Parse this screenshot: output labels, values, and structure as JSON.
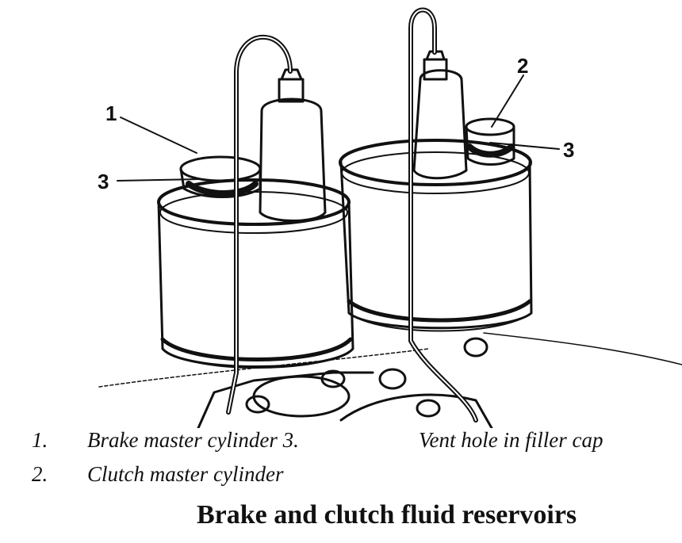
{
  "callouts": {
    "brake_reservoir": "1",
    "clutch_reservoir": "2",
    "vent_left": "3",
    "vent_right": "3"
  },
  "legend": [
    {
      "number": "1.",
      "text": "Brake master cylinder 3."
    },
    {
      "number": "",
      "text": "Vent hole in filler cap"
    },
    {
      "number": "2.",
      "text": "Clutch master cylinder"
    }
  ],
  "caption": "Brake and clutch fluid reservoirs",
  "colors": {
    "ink": "#111111",
    "paper": "#ffffff"
  }
}
